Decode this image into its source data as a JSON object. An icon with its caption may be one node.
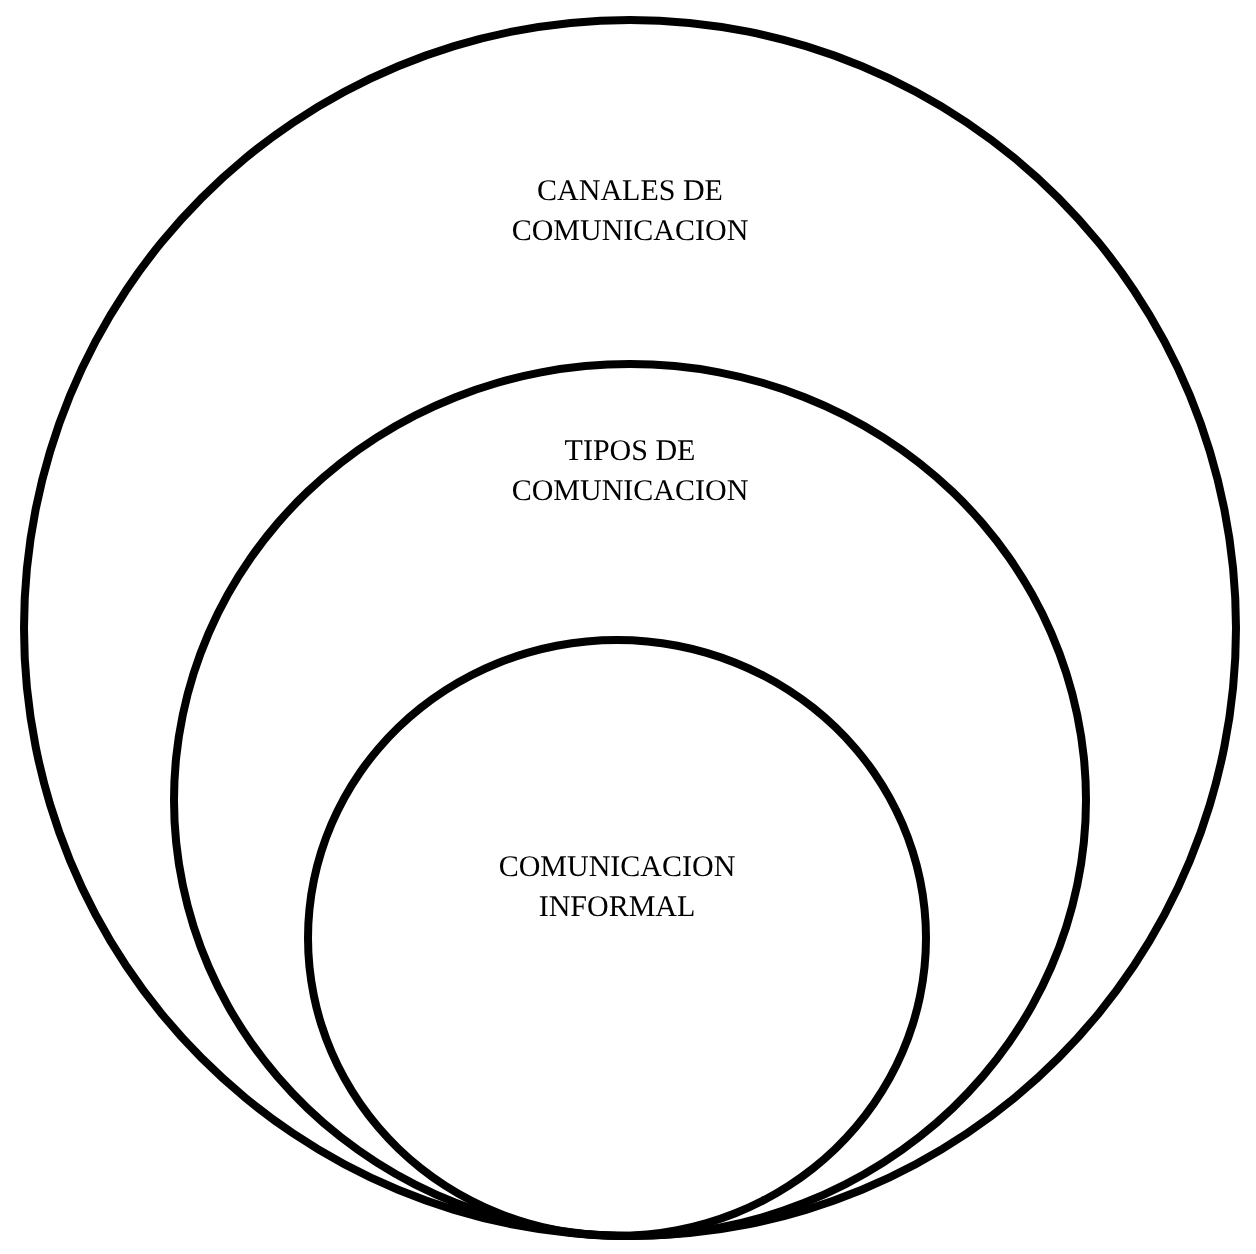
{
  "diagram": {
    "nodes": [
      {
        "text": [
          "CANALES DE COMUNICACION"
        ]
      },
      {
        "text": [
          "TIPOS DE COMUNICACION"
        ],
        "in": 0
      },
      {
        "text": [
          "COMUNICACION INFORMAL"
        ],
        "in": 1
      }
    ]
  }
}
